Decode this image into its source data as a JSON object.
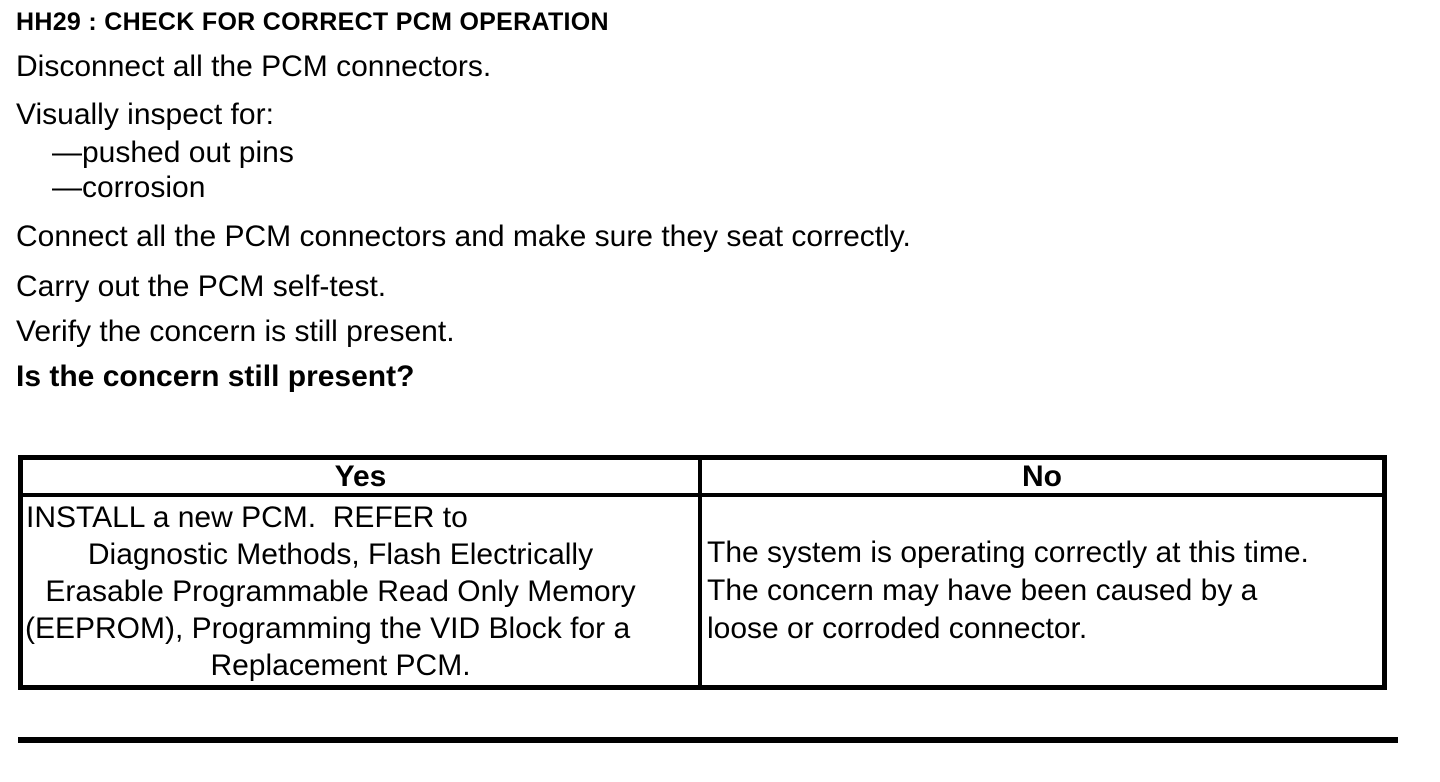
{
  "page": {
    "background_color": "#ffffff",
    "text_color": "#000000"
  },
  "procedure": {
    "heading": "HH29 : CHECK FOR CORRECT PCM OPERATION",
    "steps": {
      "disconnect": "Disconnect all the PCM connectors.",
      "inspect": "Visually inspect for:",
      "inspect_items": [
        "—pushed out pins",
        "—corrosion"
      ],
      "connect": "Connect all the PCM connectors and make sure they seat correctly.",
      "self_test": "Carry out the PCM self-test.",
      "verify": "Verify the concern is still present.",
      "question": "Is the concern still present?"
    }
  },
  "decision_table": {
    "yes_header": "Yes",
    "no_header": "No",
    "yes_action_lines": [
      "INSTALL a new PCM.  REFER to",
      "Diagnostic Methods, Flash Electrically",
      "Erasable Programmable Read Only Memory",
      "(EEPROM), Programming the VID Block for a",
      "Replacement PCM."
    ],
    "no_action_lines": [
      "The system is operating correctly at this time.",
      "The concern may have been caused by a",
      "loose or corroded connector."
    ]
  }
}
